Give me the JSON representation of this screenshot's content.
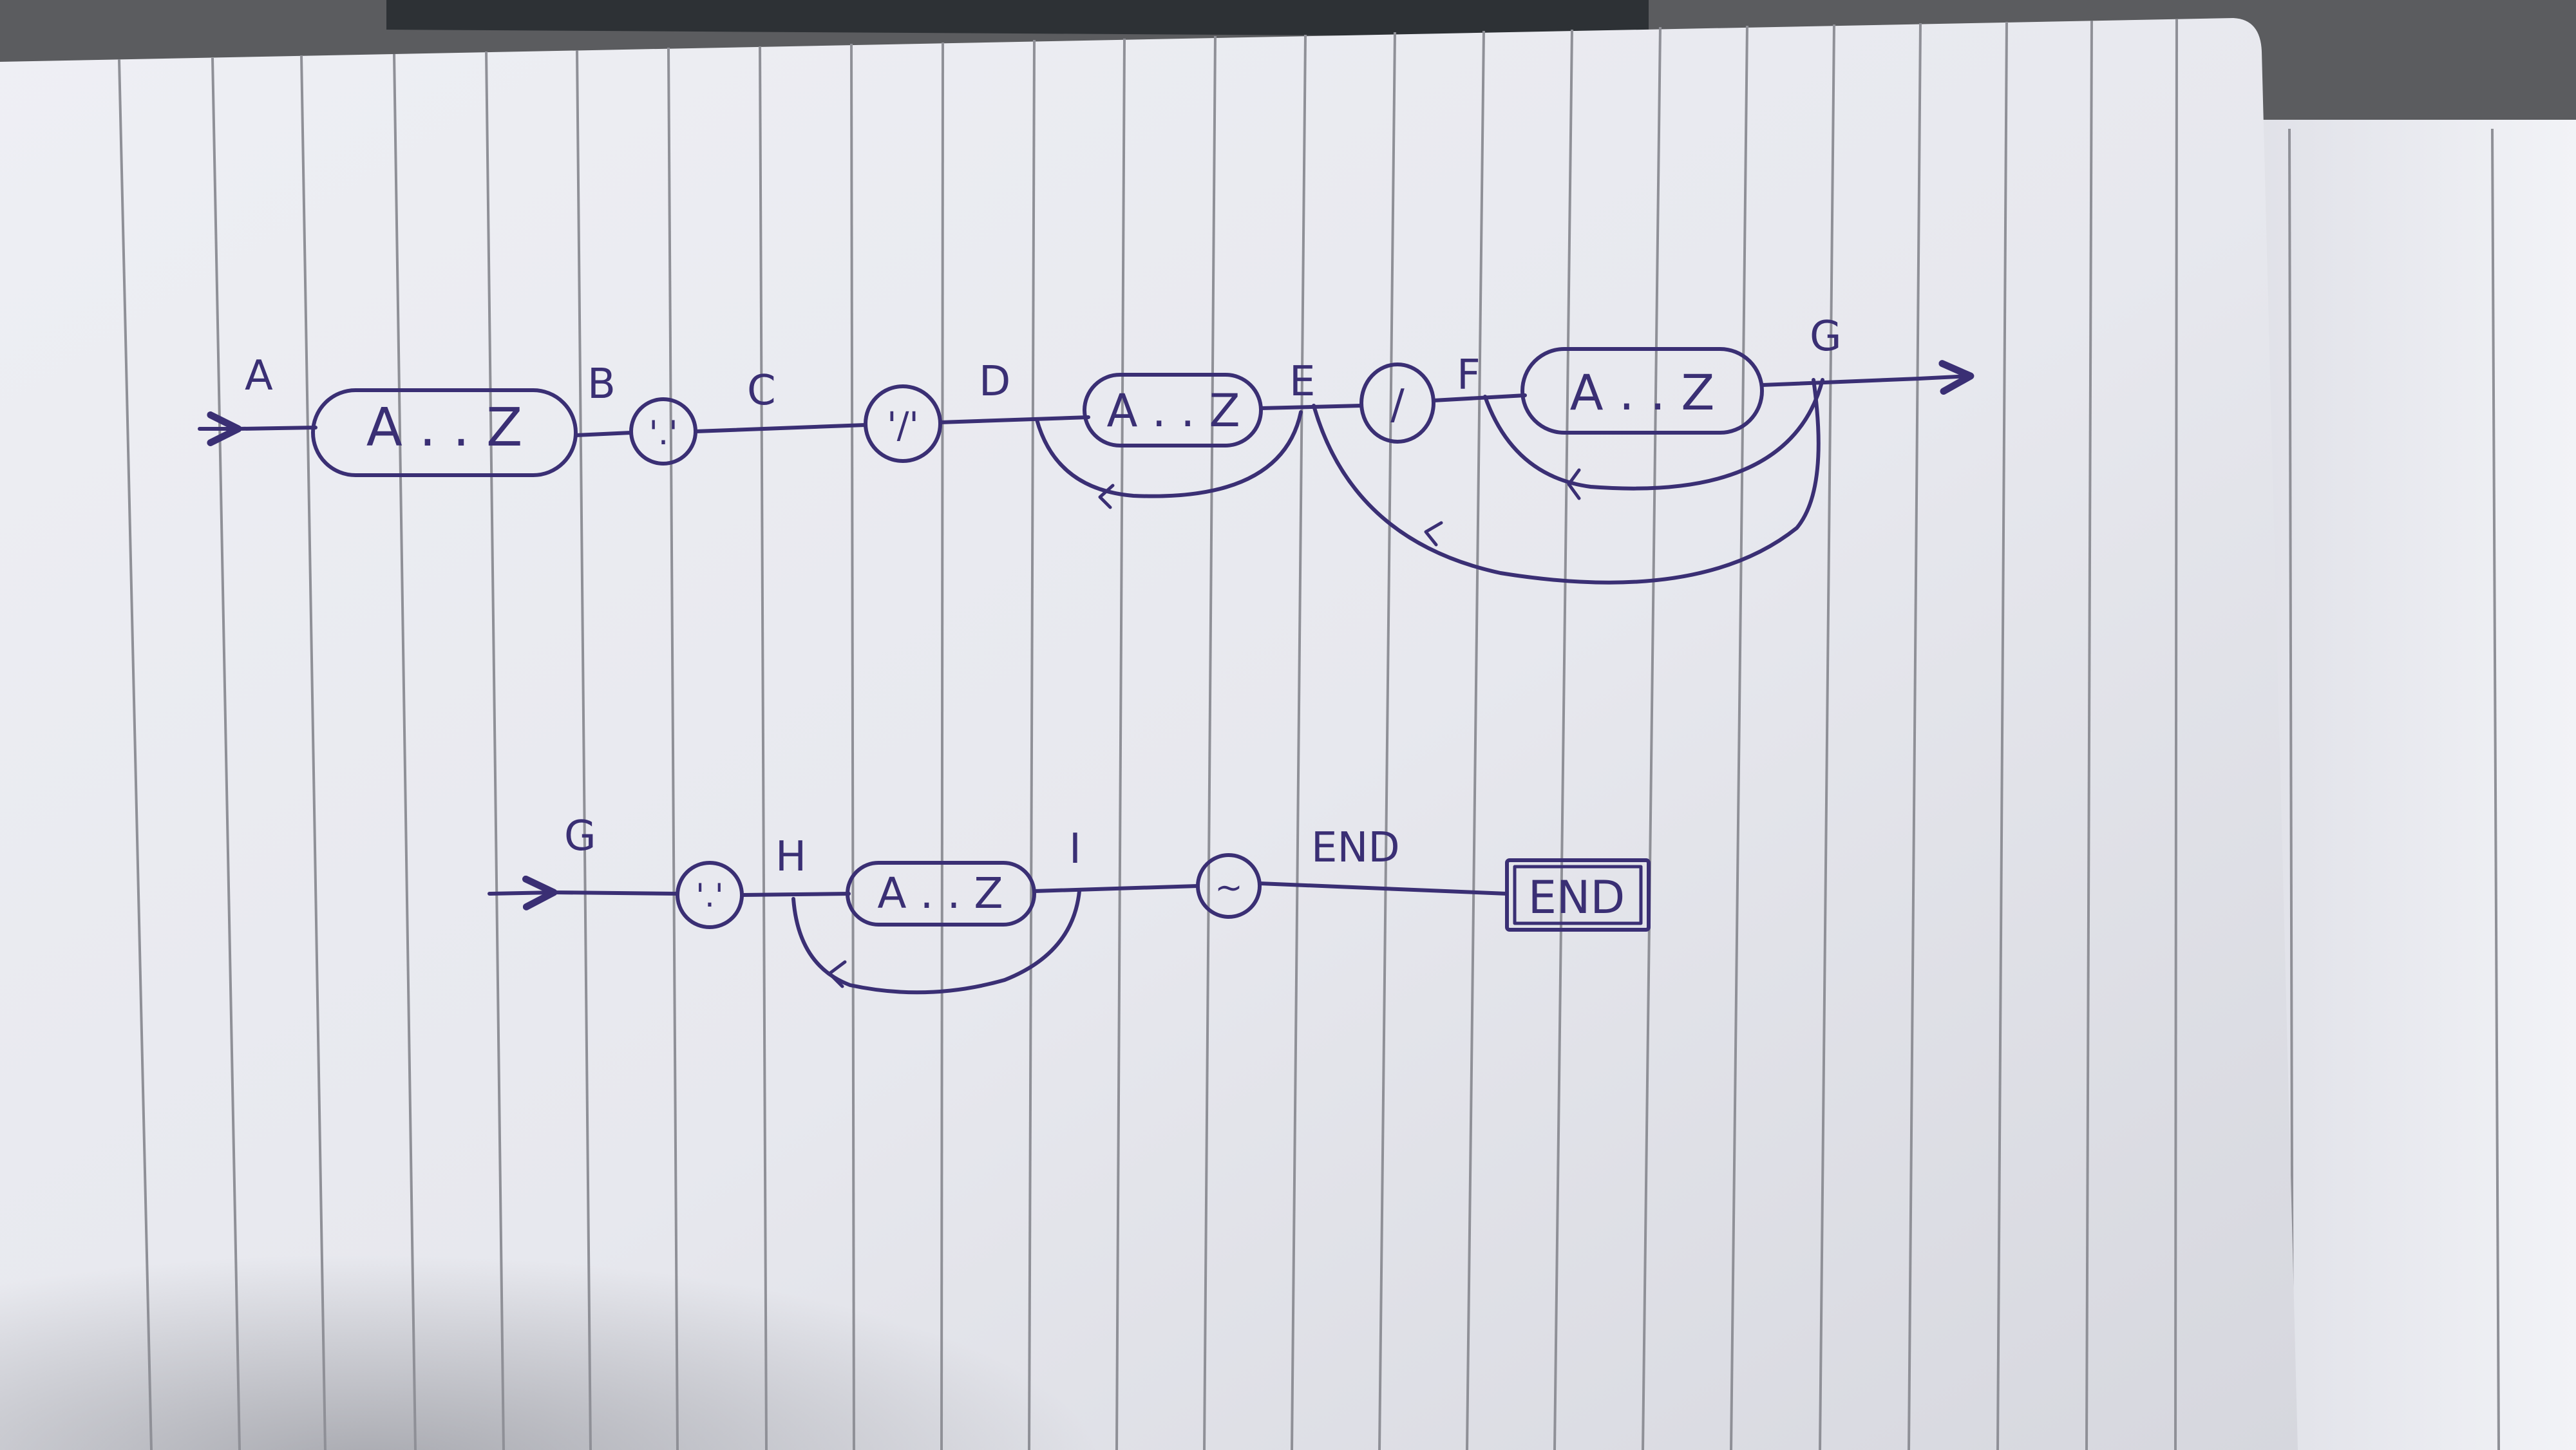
{
  "diagram": {
    "row1": {
      "labels": {
        "a": "A",
        "b": "B",
        "c": "C",
        "d": "D",
        "e": "E",
        "f": "F",
        "g": "G"
      },
      "nodes": {
        "range1": "A . . Z",
        "symbol1": "'.'",
        "symbol2": "'/'",
        "range2": "A . . Z",
        "symbol3": "/",
        "range3": "A . . Z"
      }
    },
    "row2": {
      "labels": {
        "g": "G",
        "h": "H",
        "i": "I",
        "end": "END"
      },
      "nodes": {
        "symbol1": "'.'",
        "range1": "A . . Z",
        "symbol2": "~",
        "terminal": "END"
      }
    }
  },
  "colors": {
    "ink": "#3a2f74",
    "paper": "#e9eaef",
    "rule": "#8f9097",
    "background": "#5b5c5f"
  }
}
